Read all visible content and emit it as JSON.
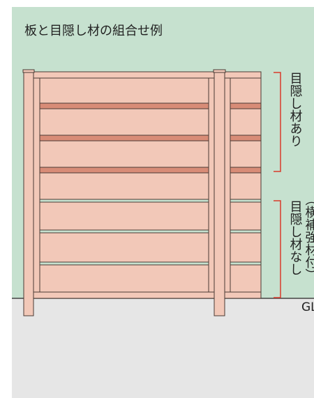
{
  "title": "板と目隠し材の組合せ例",
  "labels": {
    "with_screen": "目隠し材あり",
    "without_screen": "目隠し材なし",
    "reinforcement": "（横補強材付）",
    "ground": "GL"
  },
  "colors": {
    "sky": "#c6e1cf",
    "ground": "#e6e6e6",
    "wood": "#f2c8b8",
    "wood_outline": "#4a3a34",
    "screen_batten": "#d88c77",
    "bracket": "#d93a2b"
  }
}
